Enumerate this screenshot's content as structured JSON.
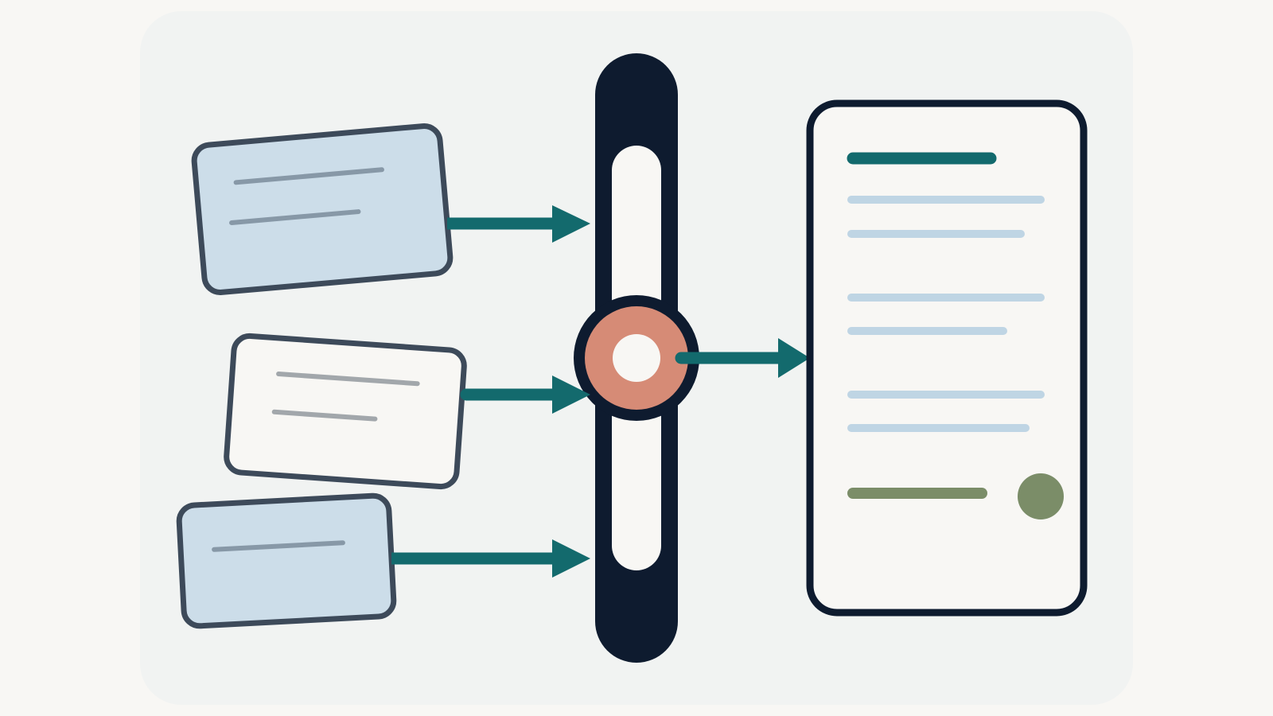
{
  "colors": {
    "page_background": "#f8f7f4",
    "panel_background": "#f1f3f2",
    "outline_dark": "#3d4a5a",
    "hub_navy": "#0e1b2f",
    "card_blue": "#ccdde9",
    "card_light": "#f8f7f4",
    "arrow_teal": "#136a6d",
    "hub_coral": "#d68b76",
    "line_gray": "#8798a7",
    "line_silver": "#a2a7ab",
    "line_light_blue": "#bfd5e4",
    "accent_green": "#7b8d68"
  },
  "diagram": {
    "inputs": [
      {
        "id": "input-card-1",
        "fill": "card_blue",
        "line_color": "line_gray",
        "line_count": 2
      },
      {
        "id": "input-card-2",
        "fill": "card_light",
        "line_color": "line_silver",
        "line_count": 2
      },
      {
        "id": "input-card-3",
        "fill": "card_blue",
        "line_color": "line_gray",
        "line_count": 1
      }
    ],
    "hub": {
      "icon": "funnel-hub-icon"
    },
    "output": {
      "icon": "document-icon",
      "header_line_color": "arrow_teal",
      "body_line_groups": 3,
      "body_lines_per_group": 2,
      "footer_line_color": "accent_green",
      "footer_dot_color": "accent_green"
    },
    "connectors": {
      "input_arrows": 3,
      "output_arrows": 1,
      "arrow_color": "arrow_teal"
    }
  }
}
